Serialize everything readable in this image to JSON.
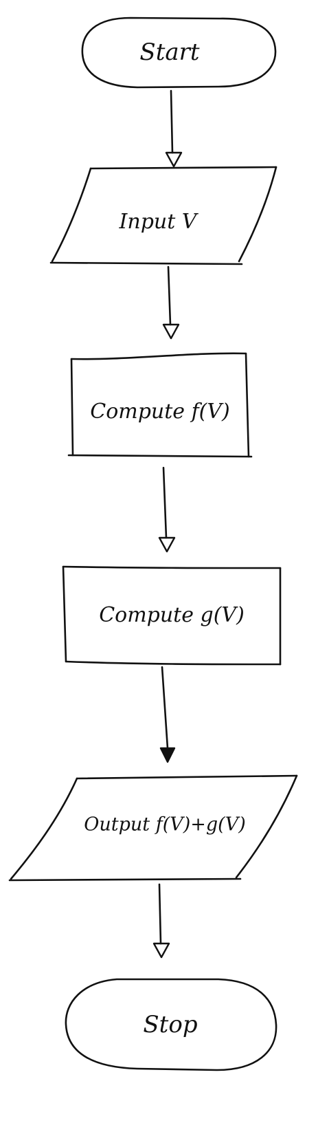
{
  "diagram": {
    "type": "flowchart",
    "nodes": [
      {
        "id": "start",
        "shape": "terminator",
        "label": "Start"
      },
      {
        "id": "input",
        "shape": "parallelogram",
        "label": "Input V"
      },
      {
        "id": "compute_f",
        "shape": "process",
        "label": "Compute f(V)"
      },
      {
        "id": "compute_g",
        "shape": "process",
        "label": "Compute g(V)"
      },
      {
        "id": "output",
        "shape": "parallelogram",
        "label": "Output f(V)+g(V)"
      },
      {
        "id": "stop",
        "shape": "terminator",
        "label": "Stop"
      }
    ],
    "edges": [
      {
        "from": "start",
        "to": "input"
      },
      {
        "from": "input",
        "to": "compute_f"
      },
      {
        "from": "compute_f",
        "to": "compute_g"
      },
      {
        "from": "compute_g",
        "to": "output"
      },
      {
        "from": "output",
        "to": "stop"
      }
    ]
  }
}
